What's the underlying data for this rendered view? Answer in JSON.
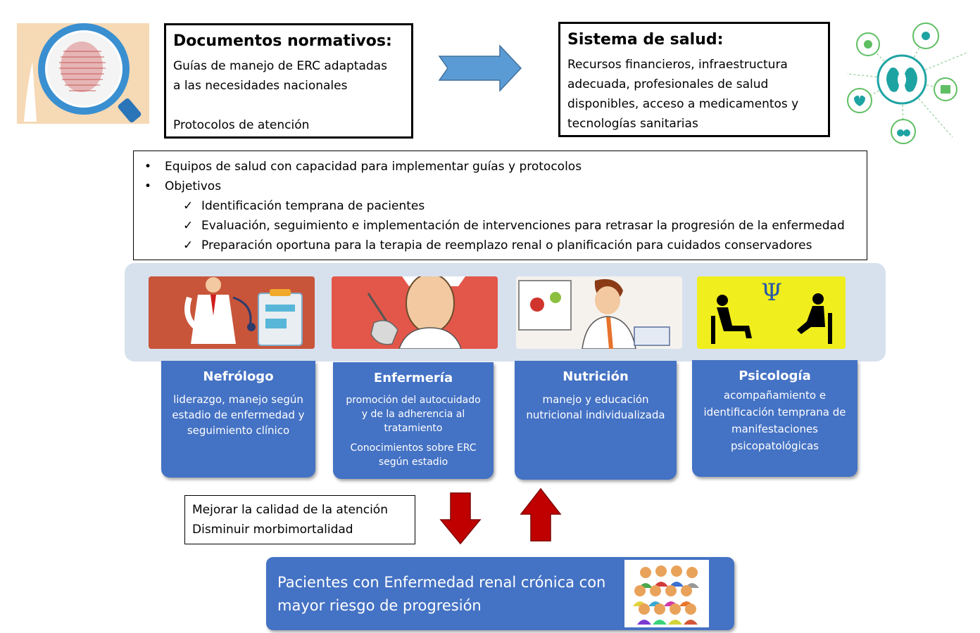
{
  "documents": {
    "title": "Documentos normativos:",
    "line1": "Guías de manejo de ERC adaptadas",
    "line2": "a las necesidades nacionales",
    "line3": "Protocolos de atención"
  },
  "health_system": {
    "title": "Sistema de salud:",
    "line1": "Recursos financieros,  infraestructura",
    "line2": "adecuada, profesionales de salud",
    "line3": "disponibles, acceso a medicamentos y",
    "line4": "tecnologías sanitarias"
  },
  "objectives": {
    "bullets": [
      "Equipos de salud con capacidad para implementar guías y protocolos",
      "Objetivos"
    ],
    "checks": [
      "Identificación temprana de pacientes",
      "Evaluación, seguimiento e implementación de intervenciones para retrasar la progresión de la enfermedad",
      "Preparación oportuna para la terapia de reemplazo renal o planificación para cuidados conservadores"
    ],
    "bullet_glyph": "•",
    "check_glyph": "✓"
  },
  "team": {
    "nephro": {
      "title": "Nefrólogo",
      "desc": "liderazgo, manejo según estadio de enfermedad y seguimiento clínico"
    },
    "nurse": {
      "title": "Enfermería",
      "desc": "promoción del autocuidado y de la adherencia al tratamiento",
      "desc2": "Conocimientos sobre ERC según estadio"
    },
    "nutri": {
      "title": "Nutrición",
      "desc": "manejo y educación nutricional individualizada"
    },
    "psych": {
      "title": "Psicología",
      "desc": "acompañamiento e identificación temprana de manifestaciones psicopatológicas"
    }
  },
  "quality": {
    "line1": "Mejorar la calidad de la atención",
    "line2": "Disminuir morbimortalidad"
  },
  "patients": {
    "text": "Pacientes con Enfermedad renal crónica con mayor riesgo de progresión"
  },
  "colors": {
    "card_blue": "#4472c4",
    "band": "#d7e1ee",
    "top_arrow": "#5b9bd5",
    "red_arrow": "#c00000"
  },
  "icons": {
    "top_arrow": "right-arrow-icon",
    "down_arrow": "down-arrow-icon",
    "up_arrow": "up-arrow-icon",
    "psi": "Ψ"
  }
}
